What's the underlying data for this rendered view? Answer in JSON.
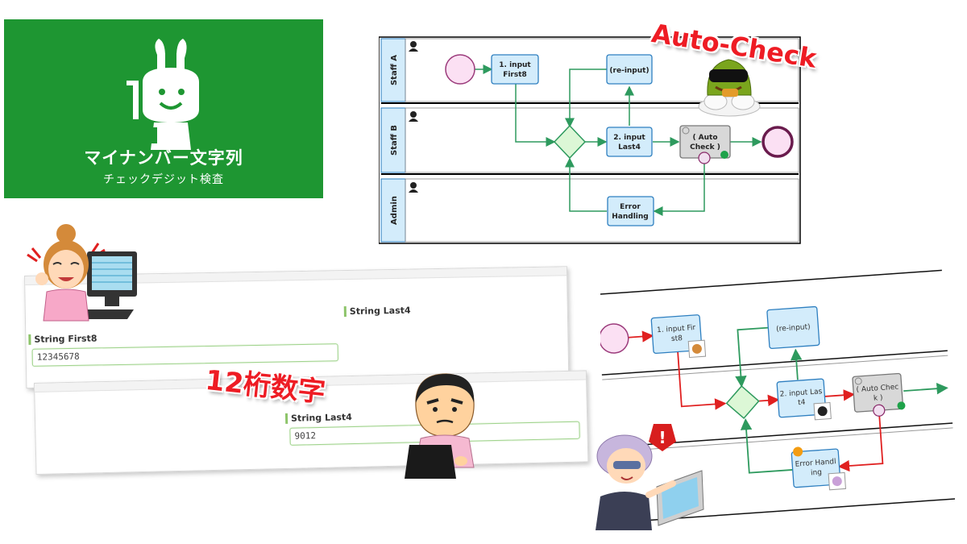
{
  "logo": {
    "title": "マイナンバー文字列",
    "subtitle": "チェックデジット検査"
  },
  "colors": {
    "logo_bg": "#1e9632",
    "task_fill": "#d3ecfb",
    "task_stroke": "#2e7fc0",
    "flow_green": "#2e9a5e",
    "flow_red": "#e02020",
    "headline_red": "#ee1c24"
  },
  "headline": "Auto-Check",
  "digits_caption": "12桁数字",
  "diagram_top": {
    "lanes": [
      "Staff A",
      "Staff B",
      "Admin"
    ],
    "tasks": {
      "input_first8": [
        "1. input",
        "First8"
      ],
      "reinput": "(re-input)",
      "input_last4": [
        "2. input",
        "Last4"
      ],
      "auto_check": [
        "( Auto",
        "Check )"
      ],
      "error_handling": [
        "Error",
        "Handling"
      ]
    }
  },
  "diagram_bottom": {
    "tasks": {
      "input_first8": [
        "1. input Fir",
        "st8"
      ],
      "reinput": "(re-input)",
      "input_last4": [
        "2. input Las",
        "t4"
      ],
      "auto_check": [
        "( Auto Chec",
        "k )"
      ],
      "error_handling": [
        "Error Handl",
        "ing"
      ]
    }
  },
  "form_top": {
    "label_first8": "String First8",
    "value_first8": "12345678",
    "label_last4": "String Last4"
  },
  "form_bottom": {
    "label_last4": "String Last4",
    "value_last4": "9012"
  }
}
